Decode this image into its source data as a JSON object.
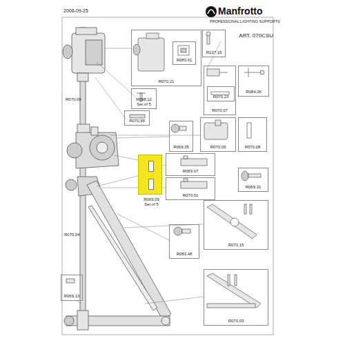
{
  "diagram": {
    "nodes": [
      {
        "text": [
          "R070,21"
        ]
      },
      {
        "text": [
          "R083,61"
        ],
        "in": 0
      },
      {
        "text": [
          "R137,15"
        ]
      },
      {
        "text": [
          "R098,12",
          "Set of 5"
        ]
      },
      {
        "text": [
          "R070,99"
        ]
      },
      {
        "text": [
          "R070,07"
        ]
      },
      {
        "text": [
          "R070,23"
        ],
        "in": 5
      },
      {
        "text": [
          "R084,06"
        ]
      },
      {
        "text": [
          "R069,35"
        ]
      },
      {
        "text": [
          "R070,05"
        ]
      },
      {
        "text": [
          "R070,08"
        ]
      },
      {
        "text": [
          "R069,09",
          "Set of 5"
        ]
      },
      {
        "text": [
          "R069,07"
        ]
      },
      {
        "text": [
          "R070,01"
        ]
      },
      {
        "text": [
          "R069,31"
        ]
      },
      {
        "text": [
          "R070,15"
        ]
      },
      {
        "text": [
          "R083,48"
        ]
      },
      {
        "text": [
          "R070,03"
        ]
      },
      {
        "text": [
          "R069,13"
        ]
      }
    ],
    "labels": [
      "2006-09-25",
      "Manfrotto",
      "PROFESSIONAL LIGHTING SUPPORTS",
      "ART. 070CSU",
      "R070,09",
      "R070,04"
    ]
  }
}
